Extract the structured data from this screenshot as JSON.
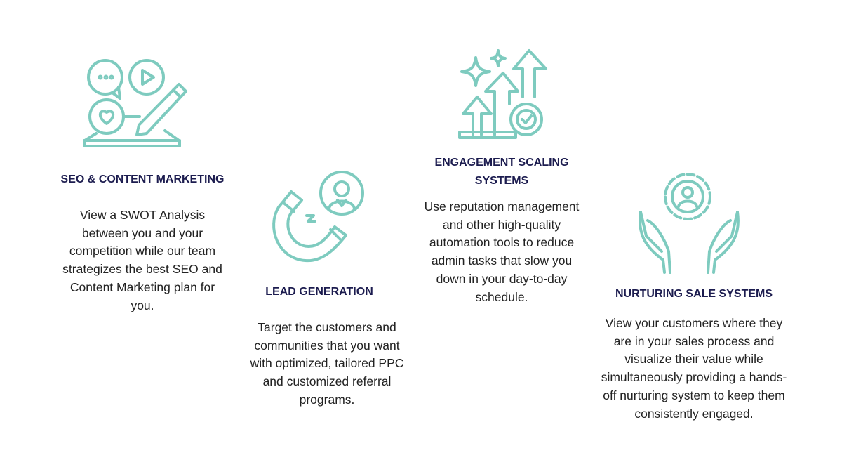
{
  "accent_color": "#7ecbbf",
  "title_color": "#1c1c4f",
  "services": [
    {
      "icon": "content-creation-icon",
      "title": "SEO & CONTENT MARKETING",
      "description": "View a SWOT Analysis between you and your competition while our team strategizes the best SEO and Content Marketing plan for you."
    },
    {
      "icon": "magnet-user-icon",
      "title": "LEAD GENERATION",
      "description": "Target the customers and communities that you want with optimized, tailored PPC and customized referral programs."
    },
    {
      "icon": "growth-arrows-gear-icon",
      "title": "ENGAGEMENT SCALING SYSTEMS",
      "description": "Use reputation management and other high-quality automation tools to reduce admin tasks that slow you down in your day-to-day schedule."
    },
    {
      "icon": "hands-gear-user-icon",
      "title": "NURTURING SALE SYSTEMS",
      "description": "View your customers where they are in your sales process and visualize their value while simultaneously providing a hands-off nurturing system to keep them consistently engaged."
    }
  ]
}
